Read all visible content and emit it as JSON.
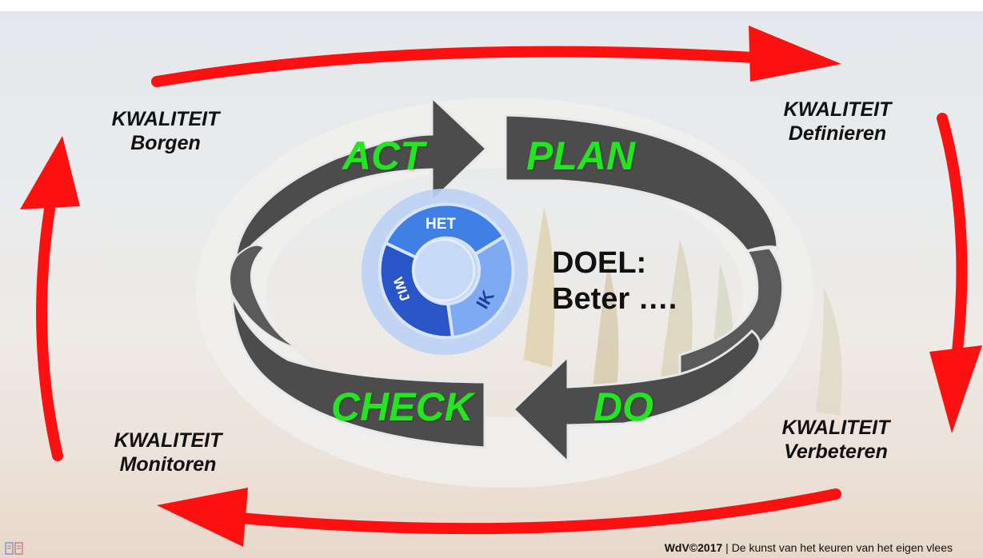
{
  "cycle": {
    "act": "ACT",
    "plan": "PLAN",
    "do": "DO",
    "check": "CHECK"
  },
  "quality": {
    "borgen": {
      "line1": "KWALITEIT",
      "line2": "Borgen"
    },
    "definieren": {
      "line1": "KWALITEIT",
      "line2": "Definieren"
    },
    "verbeteren": {
      "line1": "KWALITEIT",
      "line2": "Verbeteren"
    },
    "monitoren": {
      "line1": "KWALITEIT",
      "line2": "Monitoren"
    }
  },
  "wheel": {
    "het": "HET",
    "ik": "IK",
    "wij": "WIJ"
  },
  "goal": {
    "line1": "DOEL:",
    "line2": "Beter …."
  },
  "footer": {
    "brand": "WdV©2017",
    "text": " | De kunst van het keuren van het eigen vlees"
  },
  "colors": {
    "outer_arrows": "#ff1010",
    "cycle_arrows": "#4a4a4a",
    "cycle_text": "#22e61f",
    "wheel_het": "#3f7fe6",
    "wheel_ik": "#7eaaf4",
    "wheel_wij": "#2856c6"
  }
}
